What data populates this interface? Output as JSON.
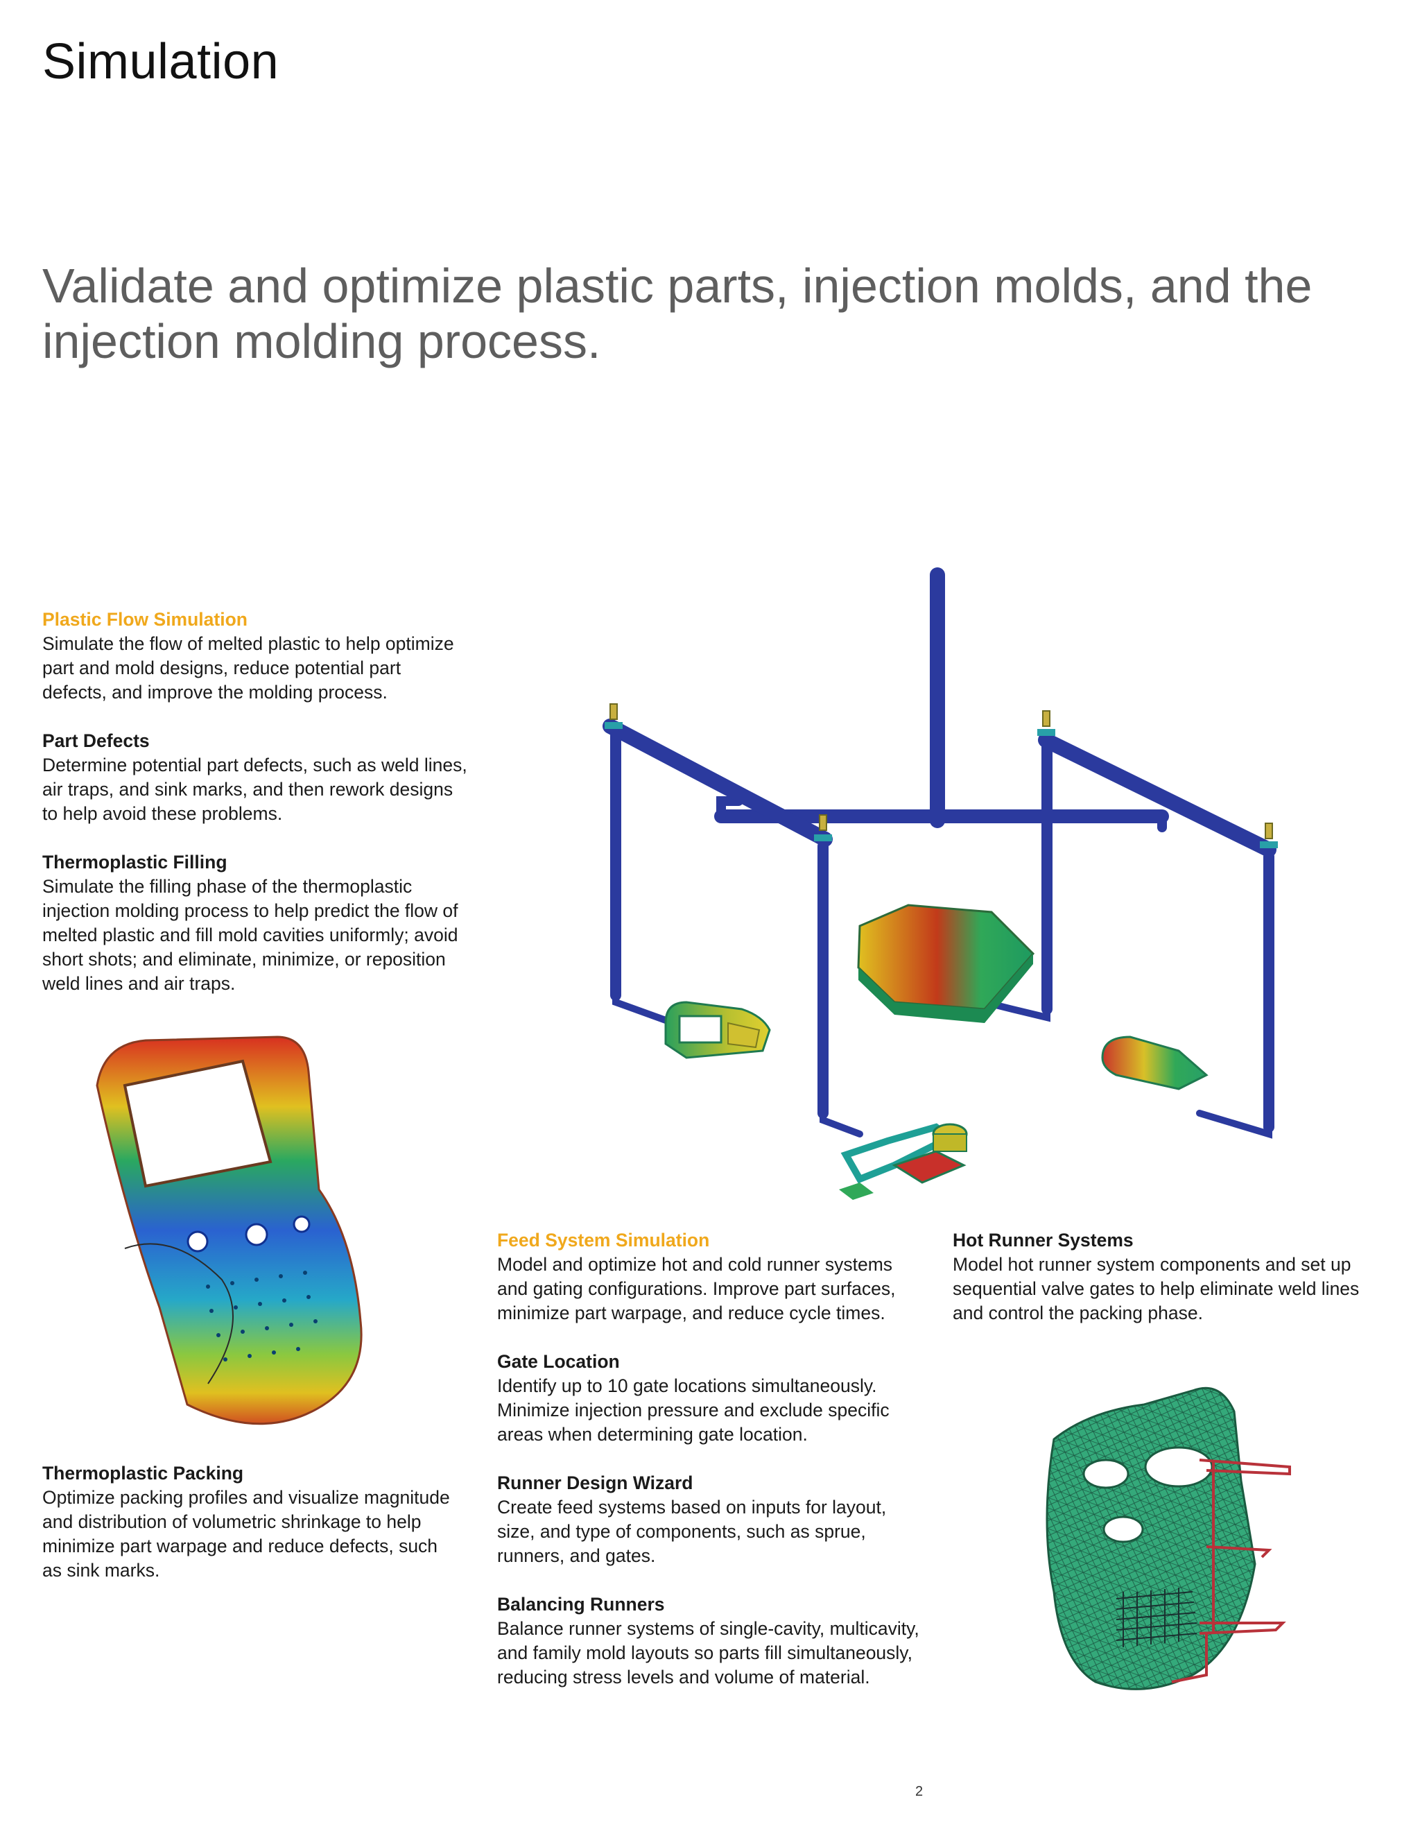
{
  "page": {
    "title": "Simulation",
    "headline": "Validate and optimize plastic parts, injection molds, and the injection molding process.",
    "page_number": "2"
  },
  "sections": {
    "plastic_flow": {
      "heading": "Plastic Flow Simulation",
      "body": "Simulate the flow of melted plastic to help optimize\npart and mold designs, reduce potential part\ndefects, and improve the molding process."
    },
    "part_defects": {
      "heading": "Part Defects",
      "body": "Determine potential part defects, such as weld lines,\nair traps, and sink marks, and then rework designs\nto help avoid these problems."
    },
    "thermoplastic_filling": {
      "heading": "Thermoplastic Filling",
      "body": "Simulate the filling phase of the thermoplastic\ninjection molding process to help predict the flow of\nmelted plastic and fill mold cavities uniformly; avoid\nshort shots; and eliminate, minimize, or reposition\nweld lines and air traps."
    },
    "thermoplastic_packing": {
      "heading": "Thermoplastic Packing",
      "body": "Optimize packing profiles and visualize magnitude\nand distribution of volumetric shrinkage to help\nminimize part warpage and reduce defects, such\nas sink marks."
    },
    "feed_system": {
      "heading": "Feed System Simulation",
      "body": "Model and optimize hot and cold runner systems\nand gating configurations. Improve part surfaces,\nminimize part warpage, and reduce cycle times."
    },
    "gate_location": {
      "heading": "Gate Location",
      "body": "Identify up to 10 gate locations simultaneously.\nMinimize injection pressure and exclude specific\nareas when determining gate location."
    },
    "runner_design": {
      "heading": "Runner Design Wizard",
      "body": "Create feed systems based on inputs for layout,\nsize, and type of components, such as sprue,\nrunners, and gates."
    },
    "balancing_runners": {
      "heading": "Balancing Runners",
      "body": "Balance runner systems of single-cavity, multicavity,\nand family mold layouts so parts fill simultaneously,\nreducing stress levels and volume of material."
    },
    "hot_runner": {
      "heading": "Hot Runner Systems",
      "body": "Model hot runner system components and set up\nsequential valve gates to help eliminate weld lines\nand control the packing phase."
    }
  },
  "colors": {
    "accent": "#f0a81c",
    "headline": "#5e5e5e",
    "runner_blue": "#2b3a9e",
    "mesh_green": "#2fa878",
    "runner_red": "#b8323a"
  },
  "figures": {
    "runner_system": "feed-system-runner-figure",
    "handheld": "handheld-device-fill-figure",
    "mask": "hot-runner-mask-figure"
  }
}
